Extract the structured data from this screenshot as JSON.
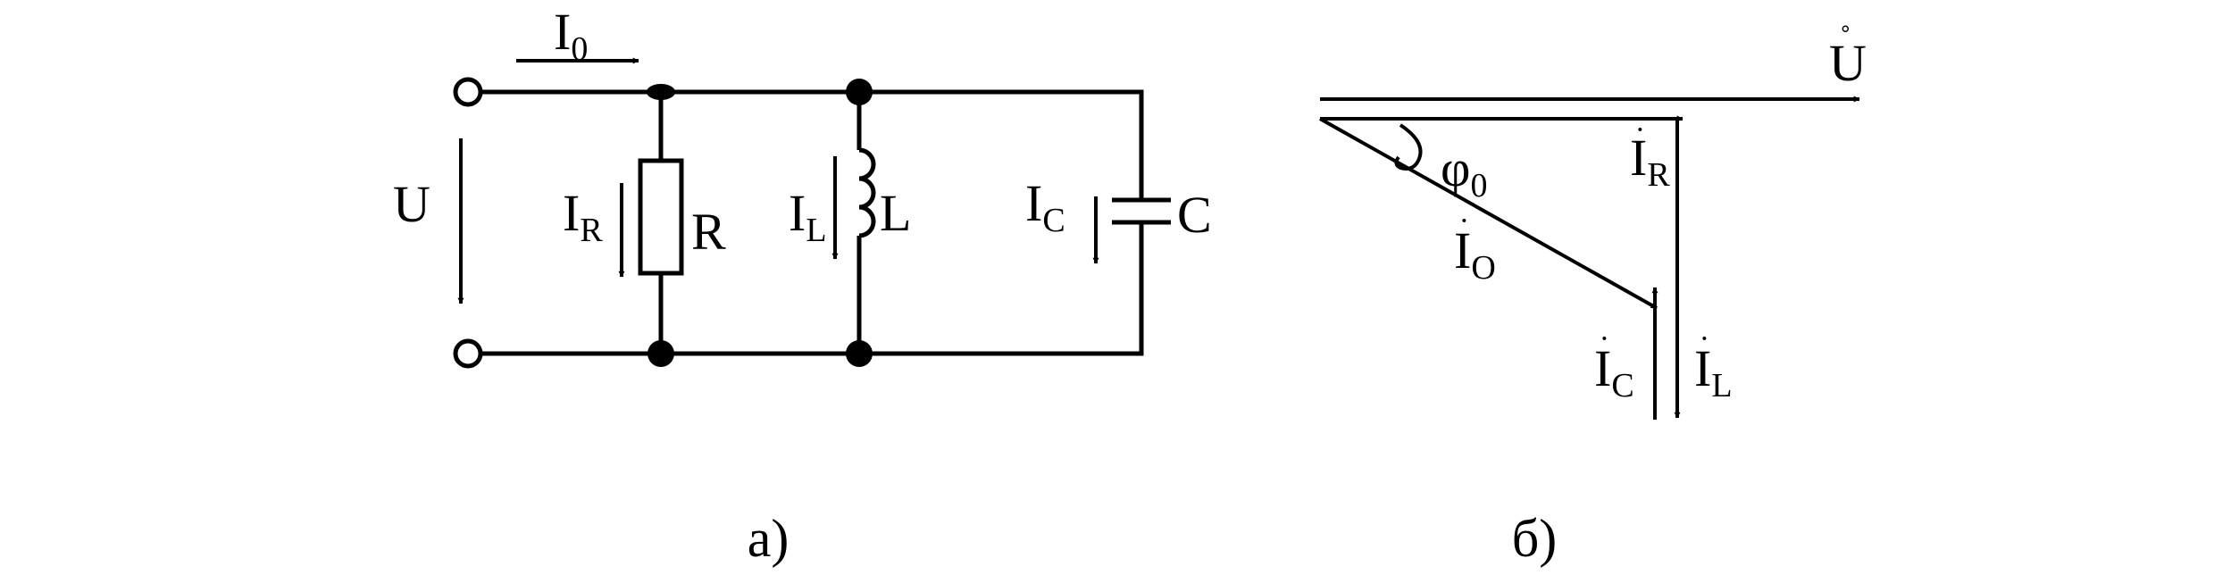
{
  "circuit": {
    "source_voltage": "U",
    "total_current": {
      "main": "I",
      "sub": "0"
    },
    "resistor": {
      "name": "R",
      "current": {
        "main": "I",
        "sub": "R"
      }
    },
    "inductor": {
      "name": "L",
      "current": {
        "main": "I",
        "sub": "L"
      }
    },
    "capacitor": {
      "name": "C",
      "current": {
        "main": "I",
        "sub": "C"
      }
    },
    "caption": "а)"
  },
  "phasor": {
    "voltage": "U",
    "voltage_mark": "˚",
    "current_mark": "˙",
    "i_r": {
      "main": "I",
      "sub": "R"
    },
    "i_l": {
      "main": "I",
      "sub": "L"
    },
    "i_c": {
      "main": "I",
      "sub": "C"
    },
    "i_o": {
      "main": "I",
      "sub": "O"
    },
    "angle": {
      "main": "φ",
      "sub": "0"
    },
    "caption": "б)"
  }
}
